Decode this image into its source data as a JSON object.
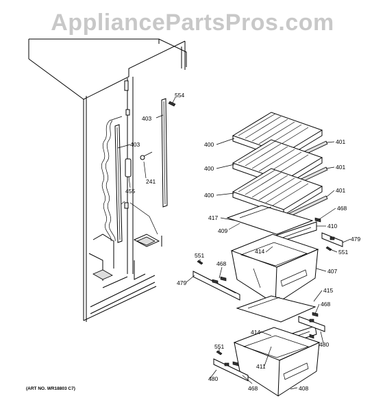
{
  "watermark": "AppliancePartsPros.com",
  "art_number": "(ART NO. WR18803 C7)",
  "callouts": {
    "c554": "554",
    "c403a": "403",
    "c403b": "403",
    "c455": "455",
    "c241": "241",
    "c400a": "400",
    "c400b": "400",
    "c400c": "400",
    "c401a": "401",
    "c401b": "401",
    "c401c": "401",
    "c468a": "468",
    "c417": "417",
    "c410": "410",
    "c409": "409",
    "c479a": "479",
    "c414a": "414",
    "c551a": "551",
    "c551b": "551",
    "c468b": "468",
    "c407": "407",
    "c479b": "479",
    "c415": "415",
    "c468c": "468",
    "c414b": "414",
    "c480a": "480",
    "c411": "411",
    "c551c": "551",
    "c480b": "480",
    "c468d": "468",
    "c408": "408"
  }
}
